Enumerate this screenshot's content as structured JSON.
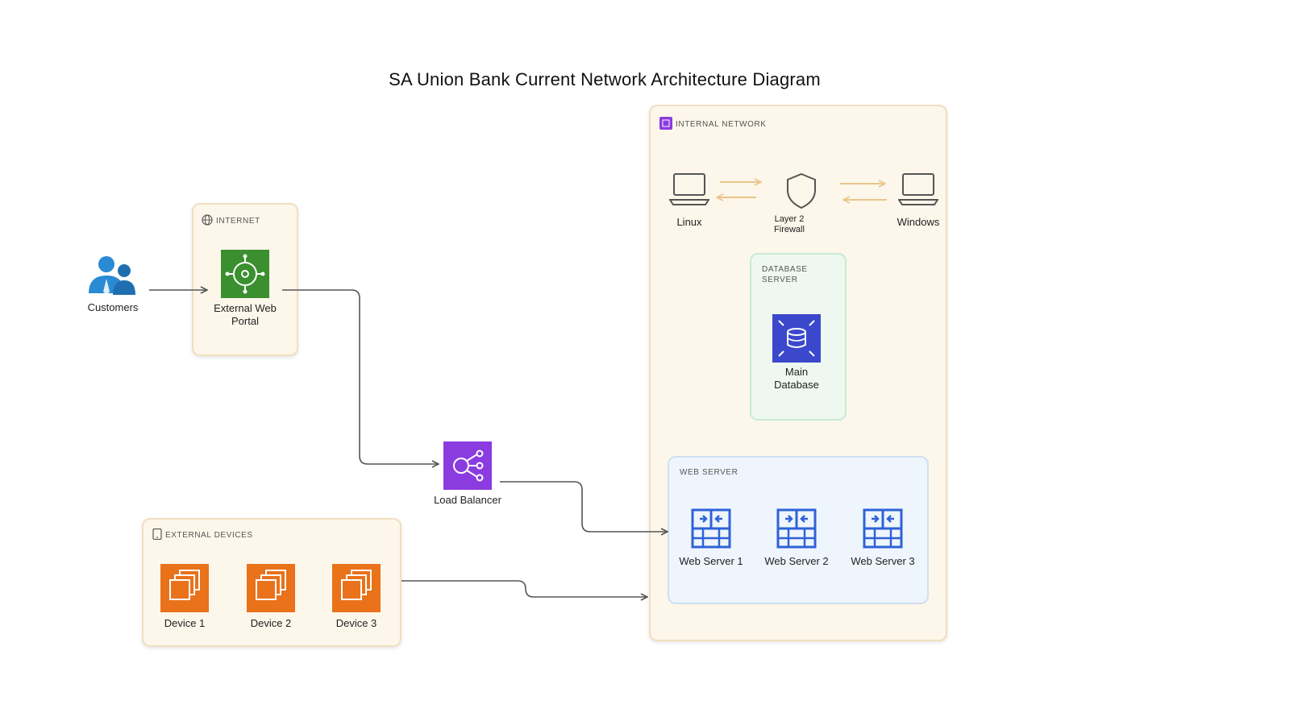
{
  "title": "SA Union Bank Current Network Architecture Diagram",
  "groups": {
    "internet": "INTERNET",
    "internal": "INTERNAL NETWORK",
    "external_devices": "EXTERNAL DEVICES",
    "database_server": "DATABASE SERVER",
    "web_server": "WEB SERVER"
  },
  "nodes": {
    "customers": "Customers",
    "portal": "External Web Portal",
    "load_balancer": "Load Balancer",
    "linux": "Linux",
    "firewall": "Layer 2 Firewall",
    "windows": "Windows",
    "main_db": "Main Database",
    "web_servers": [
      "Web Server 1",
      "Web Server 2",
      "Web Server 3"
    ],
    "devices": [
      "Device 1",
      "Device 2",
      "Device 3"
    ]
  },
  "colors": {
    "group_fill": "#fdf6ea",
    "group_border": "#f1dfbf",
    "portal_green": "#3a8f2e",
    "load_balancer_purple": "#8a3ce0",
    "database_blue": "#3b48cc",
    "device_orange": "#e9721b",
    "customer_blue": "#2a8ad4",
    "edge": "#555555",
    "firewall_arrow": "#e9c58a"
  }
}
